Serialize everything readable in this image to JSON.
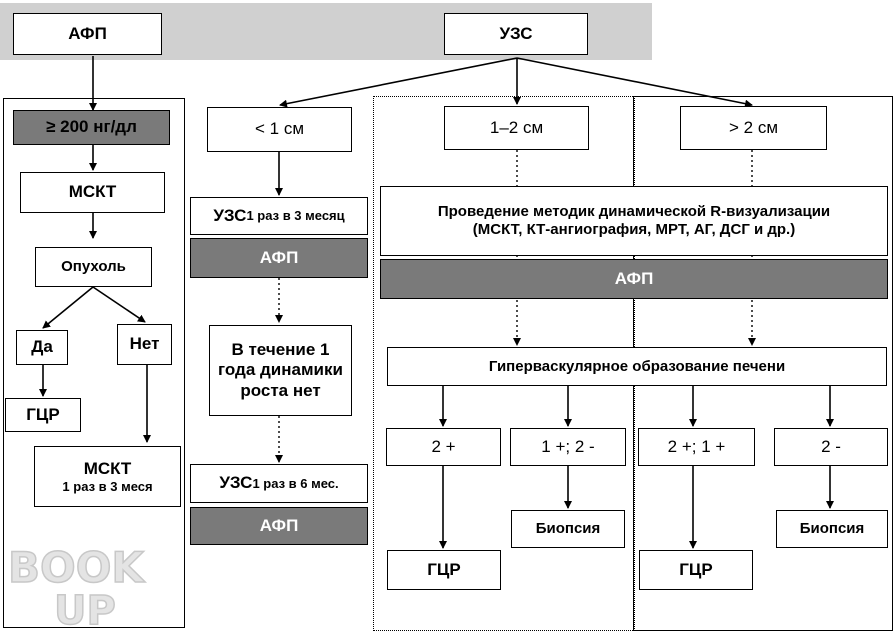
{
  "top": {
    "afp": "АФП",
    "uzs": "УЗС"
  },
  "left": {
    "threshold": "≥ 200 нг/дл",
    "mskt": "МСКТ",
    "tumor": "Опухоль",
    "yes": "Да",
    "no": "Нет",
    "hcc": "ГЦР",
    "mskt2_title": "МСКТ",
    "mskt2_sub": "1 раз в 3 меся"
  },
  "lt1": {
    "size": "< 1 см",
    "uzs3_main": "УЗС",
    "uzs3_sub": " 1 раз в 3 месяц",
    "afp1": "АФП",
    "norow_line1": "В течение  1",
    "norow_line2": "года динамики",
    "norow_line3": "роста нет",
    "uzs6_main": "УЗС",
    "uzs6_sub": " 1 раз в 6 мес.",
    "afp2": "АФП"
  },
  "mid": {
    "size12": "1–2 см",
    "size2": "> 2 см",
    "methods_line1": "Проведение методик динамической R-визуализации",
    "methods_line2": "(МСКТ, КТ-ангиография, МРТ, АГ, ДСГ и др.)",
    "afp": "АФП",
    "hypervasc": "Гиперваскулярное образование печени",
    "r1": "2 +",
    "r2": "1 +; 2 -",
    "r3": "2 +; 1 +",
    "r4": "2 -",
    "biopsy1": "Биопсия",
    "biopsy2": "Биопсия",
    "hcc1": "ГЦР",
    "hcc2": "ГЦР"
  },
  "watermark": {
    "line1": "BOOK",
    "line2": "UP"
  }
}
